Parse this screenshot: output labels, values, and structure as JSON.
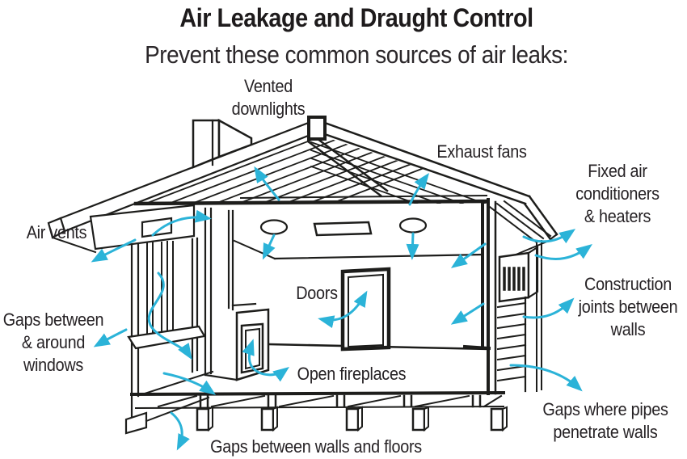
{
  "title": "Air Leakage and Draught Control",
  "subtitle": "Prevent these common sources of air leaks:",
  "colors": {
    "arrow": "#2BB3D8",
    "line": "#1D1D1B",
    "text": "#262225"
  },
  "labels": {
    "vented_downlights": {
      "lines": [
        "Vented",
        "downlights"
      ]
    },
    "exhaust_fans": {
      "lines": [
        "Exhaust fans"
      ]
    },
    "fixed_air_conditioners": {
      "lines": [
        "Fixed air",
        "conditioners",
        "& heaters"
      ]
    },
    "air_vents": {
      "lines": [
        "Air vents"
      ]
    },
    "doors": {
      "lines": [
        "Doors"
      ]
    },
    "gaps_windows": {
      "lines": [
        "Gaps between",
        "& around",
        "windows"
      ]
    },
    "construction_joints": {
      "lines": [
        "Construction",
        "joints between",
        "walls"
      ]
    },
    "open_fireplaces": {
      "lines": [
        "Open fireplaces"
      ]
    },
    "gaps_pipes": {
      "lines": [
        "Gaps where pipes",
        "penetrate walls"
      ]
    },
    "gaps_floors": {
      "lines": [
        "Gaps between walls and floors"
      ]
    }
  }
}
